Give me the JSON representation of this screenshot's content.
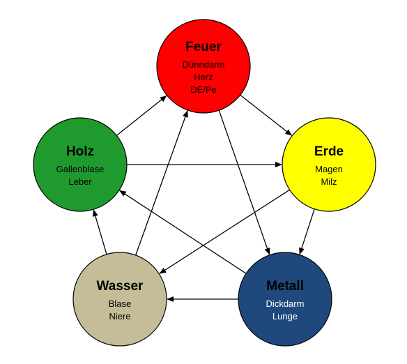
{
  "diagram": {
    "elements": [
      {
        "id": "feuer",
        "name": "Feuer",
        "lines": [
          "Dünndarm",
          "Herz",
          "DE/Pe"
        ],
        "fill": "#ff0000",
        "name_color": "#000000",
        "text_color": "#000000"
      },
      {
        "id": "erde",
        "name": "Erde",
        "lines": [
          "Magen",
          "Milz"
        ],
        "fill": "#ffff00",
        "name_color": "#000000",
        "text_color": "#000000"
      },
      {
        "id": "metall",
        "name": "Metall",
        "lines": [
          "Dickdarm",
          "Lunge"
        ],
        "fill": "#1f497d",
        "name_color": "#000000",
        "text_color": "#ffffff"
      },
      {
        "id": "wasser",
        "name": "Wasser",
        "lines": [
          "Blase",
          "Niere"
        ],
        "fill": "#c4bd97",
        "name_color": "#000000",
        "text_color": "#000000"
      },
      {
        "id": "holz",
        "name": "Holz",
        "lines": [
          "Gallenblase",
          "Leber"
        ],
        "fill": "#1e9a2e",
        "name_color": "#000000",
        "text_color": "#000000"
      }
    ],
    "generating_cycle": [
      [
        "feuer",
        "erde"
      ],
      [
        "erde",
        "metall"
      ],
      [
        "metall",
        "wasser"
      ],
      [
        "wasser",
        "holz"
      ],
      [
        "holz",
        "feuer"
      ]
    ],
    "controlling_cycle": [
      [
        "feuer",
        "metall"
      ],
      [
        "metall",
        "holz"
      ],
      [
        "holz",
        "erde"
      ],
      [
        "erde",
        "wasser"
      ],
      [
        "wasser",
        "feuer"
      ]
    ],
    "outline_color": "#000000",
    "arrow_color": "#000000"
  }
}
